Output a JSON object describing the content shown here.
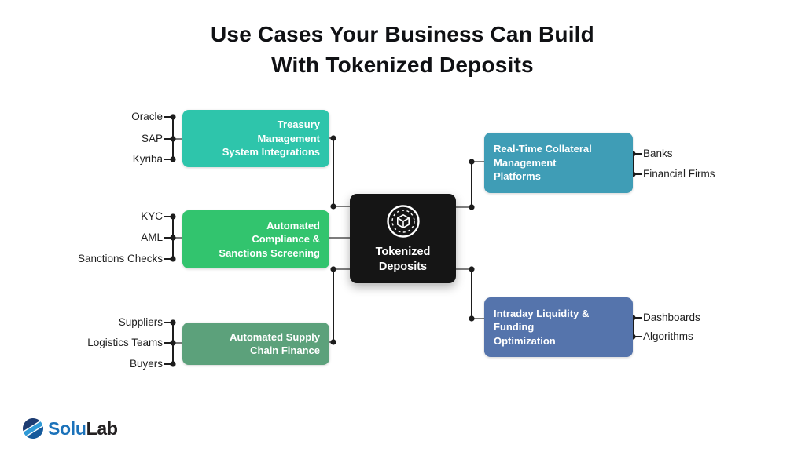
{
  "title": {
    "line1": "Use Cases Your Business Can Build",
    "line2": "With Tokenized Deposits"
  },
  "center": {
    "line1": "Tokenized",
    "line2": "Deposits",
    "icon": "token-cube-coin-icon",
    "bg": "#151515"
  },
  "left_branches": [
    {
      "id": "treasury",
      "color": "#2ec5ab",
      "lines": [
        "Treasury",
        "Management",
        "System Integrations"
      ],
      "inputs": [
        "Oracle",
        "SAP",
        "Kyriba"
      ]
    },
    {
      "id": "compliance",
      "color": "#32c46e",
      "lines": [
        "Automated",
        "Compliance &",
        "Sanctions Screening"
      ],
      "inputs": [
        "KYC",
        "AML",
        "Sanctions Checks"
      ]
    },
    {
      "id": "supply-chain",
      "color": "#5ca17b",
      "lines": [
        "Automated Supply",
        "Chain Finance"
      ],
      "inputs": [
        "Suppliers",
        "Logistics Teams",
        "Buyers"
      ]
    }
  ],
  "right_branches": [
    {
      "id": "collateral",
      "color": "#3f9db6",
      "lines": [
        "Real-Time Collateral",
        "Management",
        "Platforms"
      ],
      "outputs": [
        "Banks",
        "Financial Firms"
      ]
    },
    {
      "id": "liquidity",
      "color": "#5574ac",
      "lines": [
        "Intraday Liquidity &",
        "Funding",
        "Optimization"
      ],
      "outputs": [
        "Dashboards",
        "Algorithms"
      ]
    }
  ],
  "connectors": {
    "line_color": "#7d7d7d",
    "node_color": "#1d1d1d"
  },
  "logo": {
    "part1": "Solu",
    "part2": "Lab",
    "color1": "#1b72ba",
    "color2": "#242122",
    "icon": "solulab-sphere-icon"
  }
}
